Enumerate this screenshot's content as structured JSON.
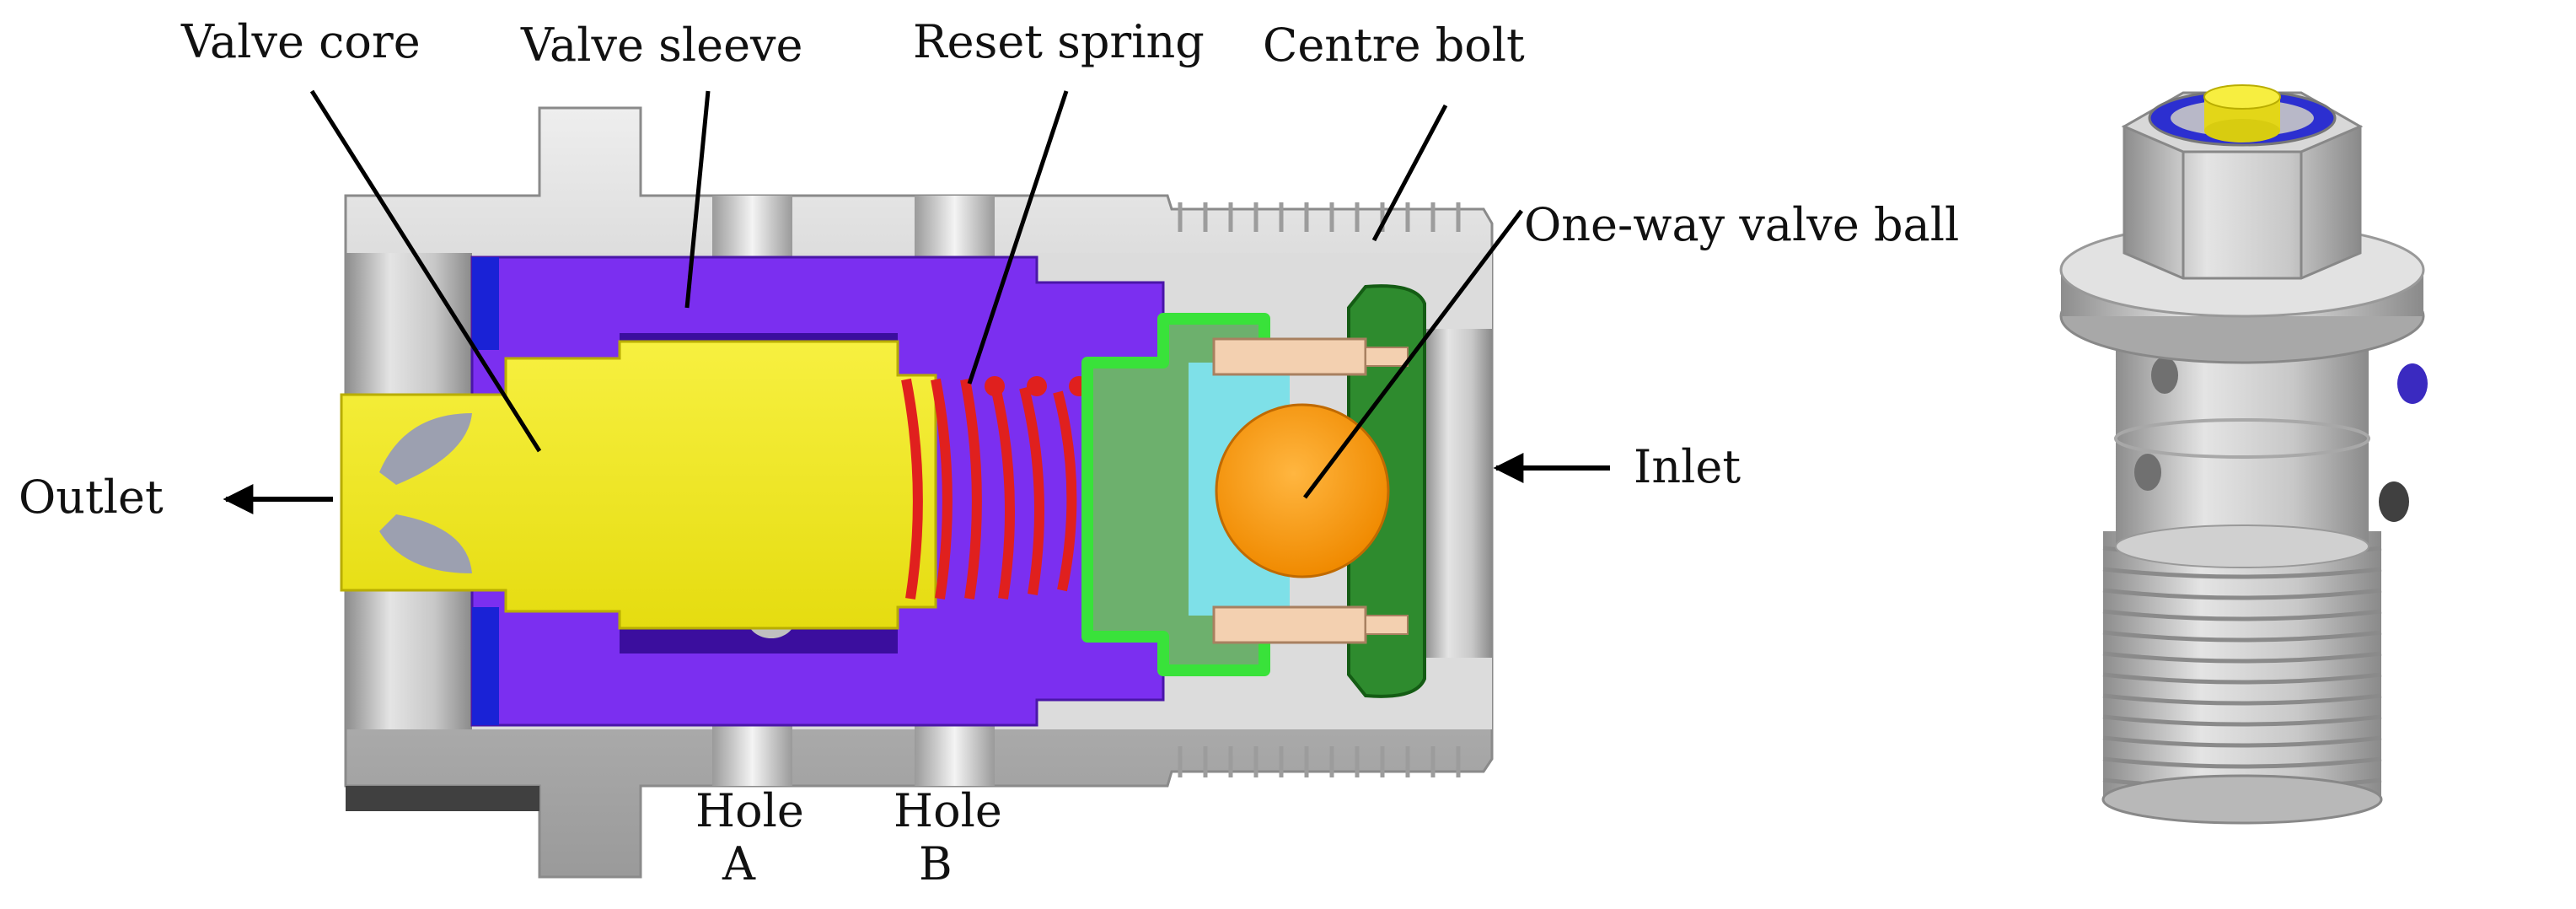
{
  "labels": {
    "valve_core": "Valve core",
    "valve_sleeve": "Valve sleeve",
    "reset_spring": "Reset spring",
    "centre_bolt": "Centre bolt",
    "one_way_valve_ball": "One-way valve ball",
    "outlet": "Outlet",
    "inlet": "Inlet",
    "hole_a_line1": "Hole",
    "hole_a_line2": "A",
    "hole_b_line1": "Hole",
    "hole_b_line2": "B"
  },
  "colors": {
    "body_metal": "#c9c9c9",
    "valve_sleeve": "#7b2ff0",
    "valve_core": "#f2ea1e",
    "reset_spring": "#e0201e",
    "centre_bolt": "#2e8b2e",
    "one_way_valve_ball": "#f59a0a",
    "seal": "#1a22d6",
    "retainer": "#39e23a",
    "cage": "#7ee0e8",
    "pins": "#f3d0b0"
  }
}
